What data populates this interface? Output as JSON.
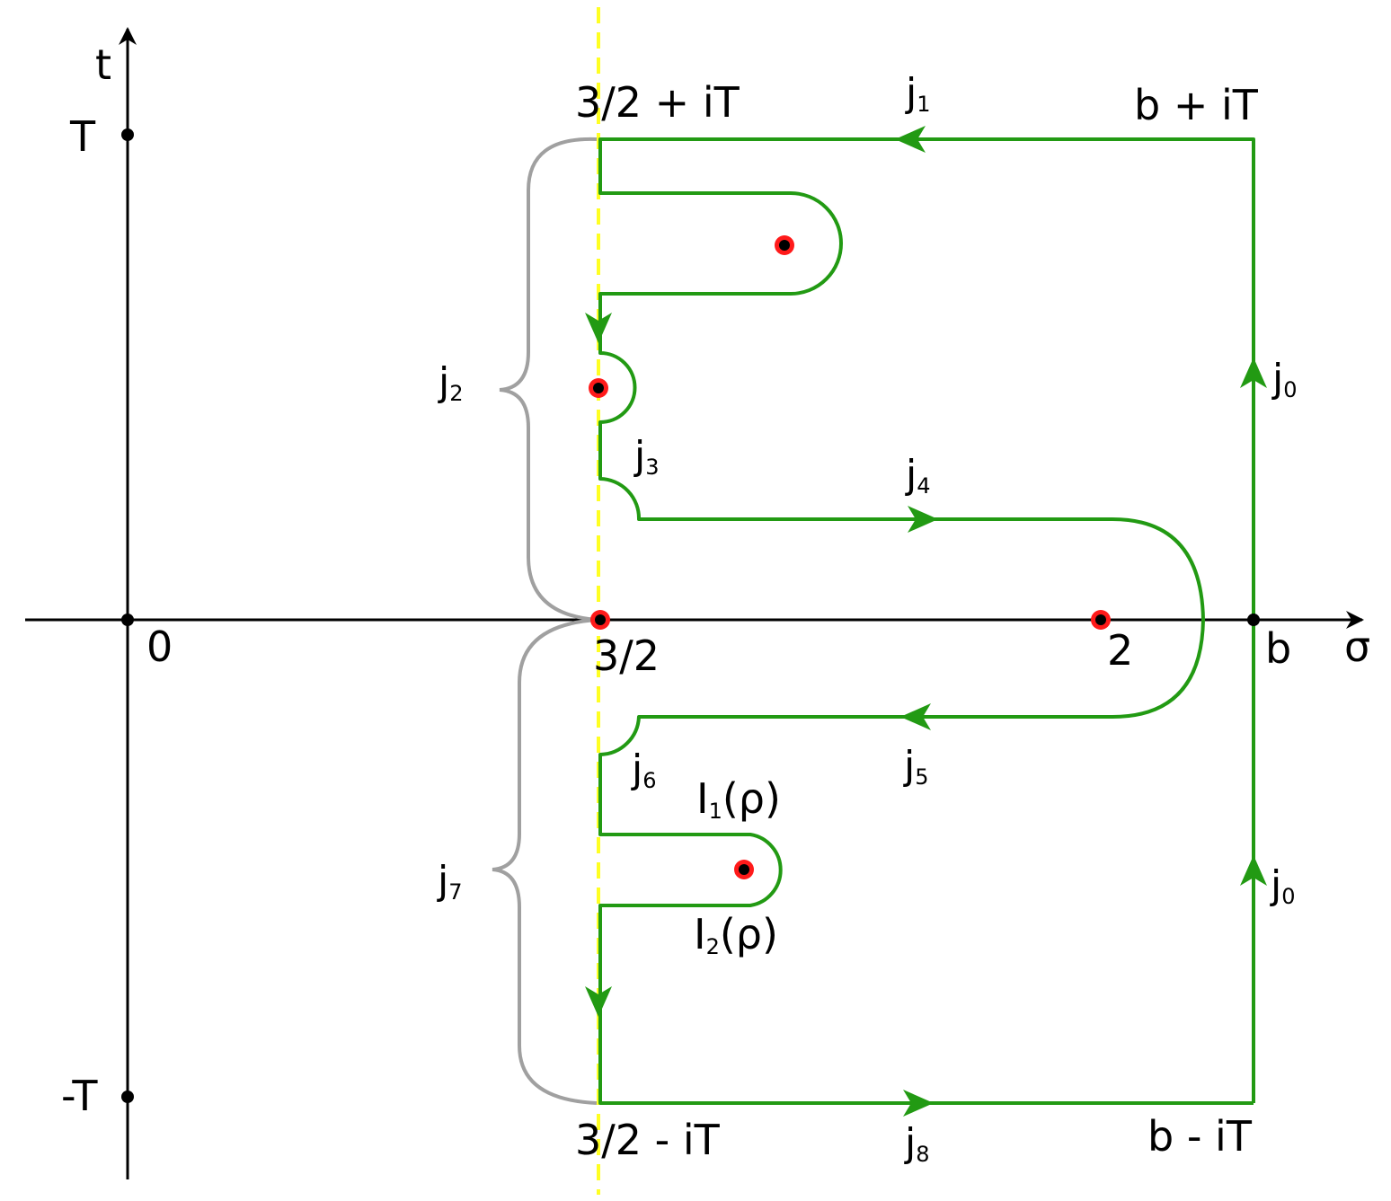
{
  "colors": {
    "axis": "#000000",
    "contour": "#229a13",
    "critical_line": "#ffff22",
    "brace": "#a0a0a0",
    "pole_ring": "#ff1a1a",
    "pole_center": "#000000"
  },
  "axes": {
    "vertical_label": "t",
    "horizontal_label": "σ",
    "origin_label": "0",
    "top_tick_label": "T",
    "bottom_tick_label": "-T"
  },
  "points": {
    "critical_label": "3/2",
    "two_label": "2",
    "b_label": "b",
    "top_left_corner": "3/2 + iT",
    "top_right_corner": "b + iT",
    "bottom_left_corner": "3/2 - iT",
    "bottom_right_corner": "b - iT"
  },
  "segments": [
    {
      "id": "j0-upper",
      "base": "j",
      "sub": "0"
    },
    {
      "id": "j0-lower",
      "base": "j",
      "sub": "0"
    },
    {
      "id": "j1",
      "base": "j",
      "sub": "1"
    },
    {
      "id": "j2",
      "base": "j",
      "sub": "2"
    },
    {
      "id": "j3",
      "base": "j",
      "sub": "3"
    },
    {
      "id": "j4",
      "base": "j",
      "sub": "4"
    },
    {
      "id": "j5",
      "base": "j",
      "sub": "5"
    },
    {
      "id": "j6",
      "base": "j",
      "sub": "6"
    },
    {
      "id": "j7",
      "base": "j",
      "sub": "7"
    },
    {
      "id": "j8",
      "base": "j",
      "sub": "8"
    }
  ],
  "integrals": [
    {
      "id": "I1",
      "base": "I",
      "sub": "1",
      "arg": "(ρ)"
    },
    {
      "id": "I2",
      "base": "I",
      "sub": "2",
      "arg": "(ρ)"
    }
  ],
  "marker_icons": [
    "pole-marker-icon",
    "dot-marker-icon",
    "arrowhead-icon"
  ]
}
